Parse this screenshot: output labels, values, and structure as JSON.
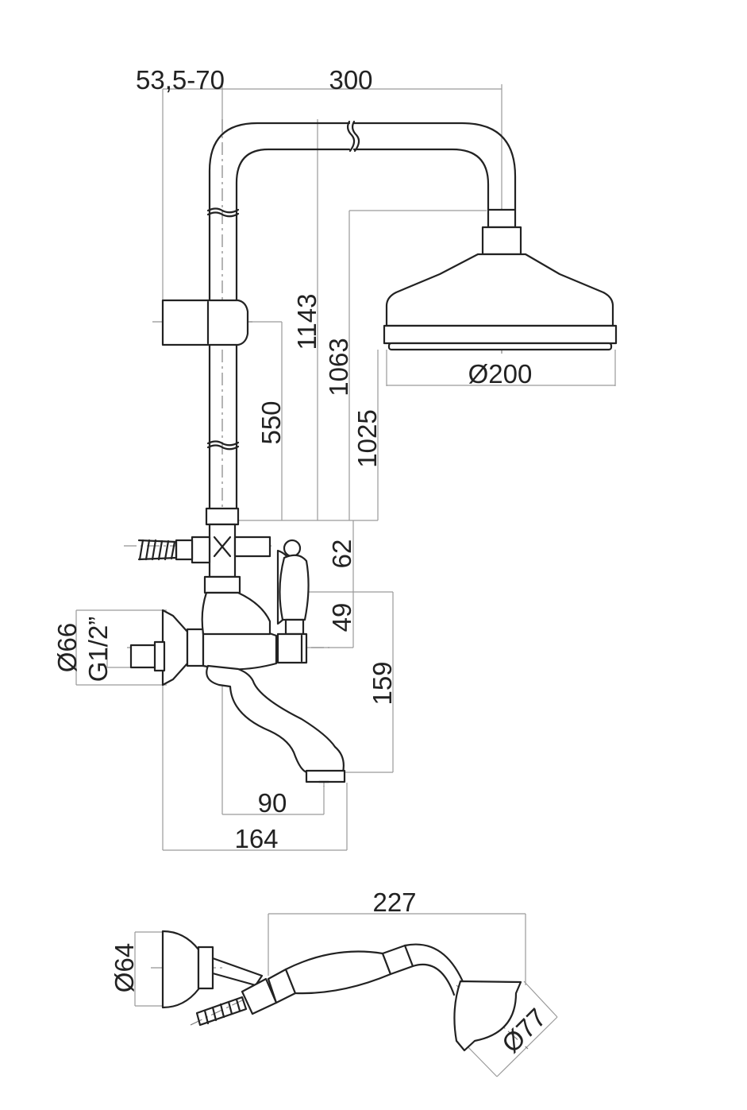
{
  "dimensions": {
    "slider_offset": "53,5-70",
    "arm_length": "300",
    "total_height": "1143",
    "head_height": "1063",
    "riser_height": "1025",
    "slider_height": "550",
    "diverter_height": "62",
    "handle_height": "49",
    "spout_drop": "159",
    "rose_diameter": "Ø200",
    "flange_diameter": "Ø66",
    "inlet_thread": "G1/2”",
    "spout_reach": "90",
    "overall_projection": "164",
    "handshower_length": "227",
    "handshower_holder_diameter": "Ø64",
    "handshower_head_diameter": "Ø77"
  }
}
